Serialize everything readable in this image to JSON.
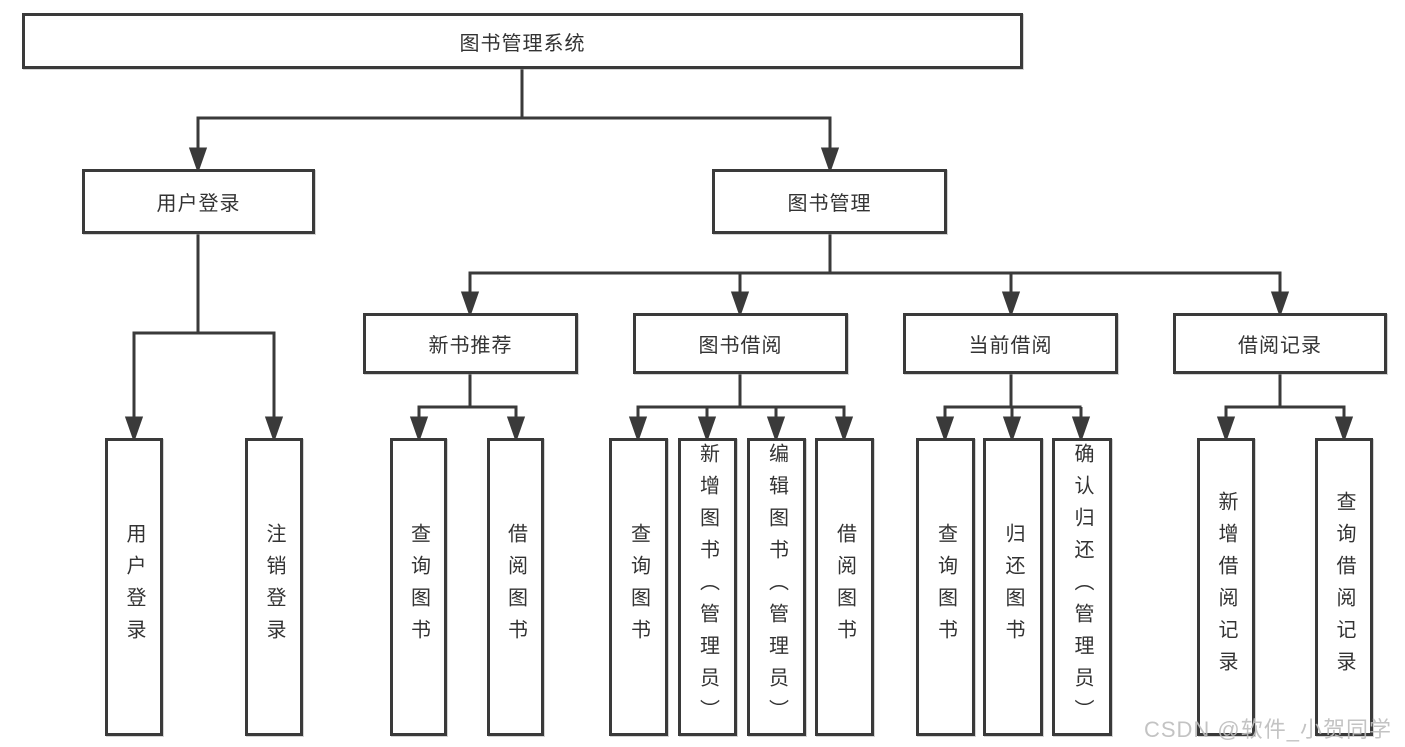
{
  "colors": {
    "background": "#ffffff",
    "line": "#3a3a3a",
    "box_border": "#3a3a3a",
    "box_fill": "#ffffff",
    "text": "#333333",
    "watermark_text": "#bdbdbd"
  },
  "watermark": {
    "text": "CSDN @软件_小贺同学"
  },
  "tree": {
    "root": {
      "label": "图书管理系统"
    },
    "branches": [
      {
        "label": "用户登录",
        "children": [
          {
            "label": "用户登录"
          },
          {
            "label": "注销登录"
          }
        ]
      },
      {
        "label": "图书管理",
        "children": [
          {
            "label": "新书推荐",
            "children": [
              {
                "label": "查询图书"
              },
              {
                "label": "借阅图书"
              }
            ]
          },
          {
            "label": "图书借阅",
            "children": [
              {
                "label": "查询图书"
              },
              {
                "label": "新增图书（管理员）"
              },
              {
                "label": "编辑图书（管理员）"
              },
              {
                "label": "借阅图书"
              }
            ]
          },
          {
            "label": "当前借阅",
            "children": [
              {
                "label": "查询图书"
              },
              {
                "label": "归还图书"
              },
              {
                "label": "确认归还（管理员）"
              }
            ]
          },
          {
            "label": "借阅记录",
            "children": [
              {
                "label": "新增借阅记录"
              },
              {
                "label": "查询借阅记录"
              }
            ]
          }
        ]
      }
    ]
  }
}
